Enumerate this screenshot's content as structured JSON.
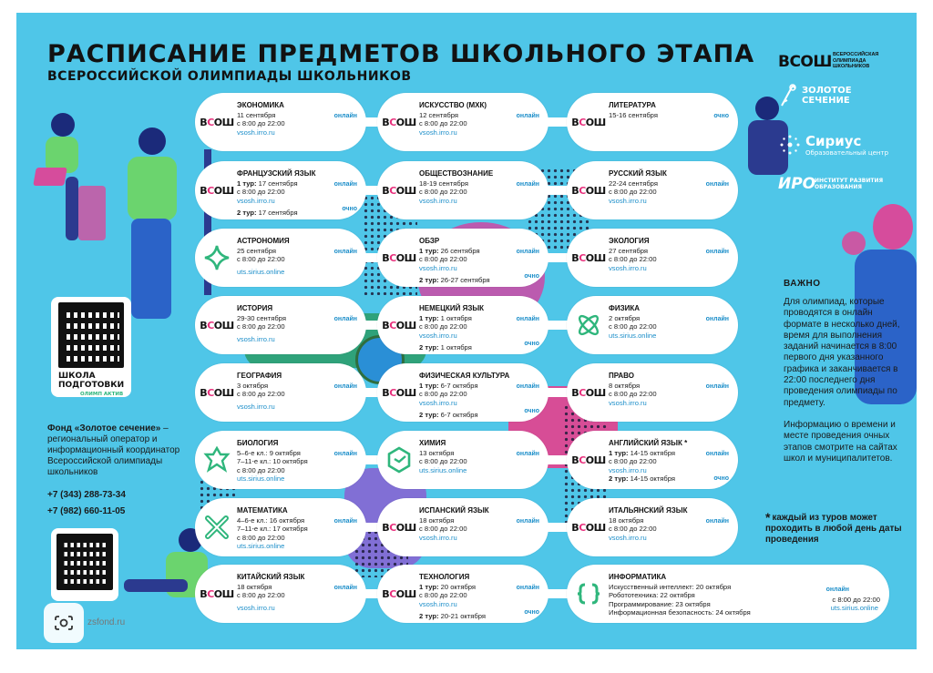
{
  "header": {
    "title": "РАСПИСАНИЕ ПРЕДМЕТОВ ШКОЛЬНОГО ЭТАПА",
    "subtitle": "ВСЕРОССИЙСКОЙ ОЛИМПИАДЫ ШКОЛЬНИКОВ"
  },
  "brand": {
    "vsosh_logo": "ВСОШ",
    "vsosh_caption": "ВСЕРОССИЙСКАЯ ОЛИМПИАДА ШКОЛЬНИКОВ",
    "zoloto": "ЗОЛОТОЕ СЕЧЕНИЕ",
    "sirius_name": "Сириус",
    "sirius_caption": "Образовательный центр",
    "iro_logo": "ИРО",
    "iro_caption": "ИНСТИТУТ РАЗВИТИЯ ОБРАЗОВАНИЯ"
  },
  "colors": {
    "background": "#4fc6e8",
    "accent_pink": "#e8317d",
    "accent_green": "#2fb67c",
    "link_blue": "#1b8ec9"
  },
  "subjects": [
    {
      "name": "ЭКОНОМИКА",
      "logo": "vsosh",
      "lines": [
        {
          "t": "11 сентября"
        },
        {
          "t": "с 8:00 до 22:00"
        },
        {
          "t": "vsosh.irro.ru",
          "c": "site"
        }
      ],
      "mode": "онлайн",
      "mode2": ""
    },
    {
      "name": "ИСКУССТВО (МХК)",
      "logo": "vsosh",
      "lines": [
        {
          "t": "12 сентября"
        },
        {
          "t": "с 8:00 до 22:00"
        },
        {
          "t": "vsosh.irro.ru",
          "c": "site"
        }
      ],
      "mode": "онлайн",
      "mode2": ""
    },
    {
      "name": "ЛИТЕРАТУРА",
      "logo": "vsosh",
      "lines": [
        {
          "t": "15-16 сентября"
        }
      ],
      "mode": "очно",
      "mode2": ""
    },
    {
      "name": "ФРАНЦУЗСКИЙ ЯЗЫК",
      "logo": "vsosh",
      "lines": [
        {
          "t": "1 тур: 17 сентября",
          "c": "b1"
        },
        {
          "t": "с 8:00 до 22:00"
        },
        {
          "t": "vsosh.irro.ru",
          "c": "site"
        },
        {
          "t": "",
          "c": "gap"
        },
        {
          "t": "2 тур: 17 сентября",
          "c": "b1"
        }
      ],
      "mode": "онлайн",
      "mode2": "очно"
    },
    {
      "name": "ОБЩЕСТВОЗНАНИЕ",
      "logo": "vsosh",
      "lines": [
        {
          "t": "18-19 сентября"
        },
        {
          "t": "с 8:00 до 22:00"
        },
        {
          "t": "vsosh.irro.ru",
          "c": "site"
        }
      ],
      "mode": "онлайн",
      "mode2": ""
    },
    {
      "name": "РУССКИЙ ЯЗЫК",
      "logo": "vsosh",
      "lines": [
        {
          "t": "22-24 сентября"
        },
        {
          "t": "с 8:00 до 22:00"
        },
        {
          "t": "vsosh.irro.ru",
          "c": "site"
        }
      ],
      "mode": "онлайн",
      "mode2": ""
    },
    {
      "name": "АСТРОНОМИЯ",
      "logo": "star",
      "lines": [
        {
          "t": "25 сентября"
        },
        {
          "t": "с 8:00 до 22:00"
        },
        {
          "t": "",
          "c": "gap"
        },
        {
          "t": "uts.sirius.online",
          "c": "site"
        }
      ],
      "mode": "онлайн",
      "mode2": ""
    },
    {
      "name": "ОБЗР",
      "logo": "vsosh",
      "lines": [
        {
          "t": "1 тур: 26 сентября",
          "c": "b1"
        },
        {
          "t": "с 8:00 до 22:00"
        },
        {
          "t": "vsosh.irro.ru",
          "c": "site"
        },
        {
          "t": "",
          "c": "gap"
        },
        {
          "t": "2 тур: 26-27 сентября",
          "c": "b1"
        }
      ],
      "mode": "онлайн",
      "mode2": "очно"
    },
    {
      "name": "ЭКОЛОГИЯ",
      "logo": "vsosh",
      "lines": [
        {
          "t": "27 сентября"
        },
        {
          "t": "с 8:00 до 22:00"
        },
        {
          "t": "vsosh.irro.ru",
          "c": "site"
        }
      ],
      "mode": "онлайн",
      "mode2": ""
    },
    {
      "name": "ИСТОРИЯ",
      "logo": "vsosh",
      "lines": [
        {
          "t": "29-30 сентября"
        },
        {
          "t": "с 8:00 до 22:00"
        },
        {
          "t": "",
          "c": "gap"
        },
        {
          "t": "vsosh.irro.ru",
          "c": "site"
        }
      ],
      "mode": "онлайн",
      "mode2": ""
    },
    {
      "name": "НЕМЕЦКИЙ ЯЗЫК",
      "logo": "vsosh",
      "lines": [
        {
          "t": "1 тур: 1 октября",
          "c": "b1"
        },
        {
          "t": "с 8:00 до 22:00"
        },
        {
          "t": "vsosh.irro.ru",
          "c": "site"
        },
        {
          "t": "",
          "c": "gap"
        },
        {
          "t": "2 тур: 1 октября",
          "c": "b1"
        }
      ],
      "mode": "онлайн",
      "mode2": "очно"
    },
    {
      "name": "ФИЗИКА",
      "logo": "atom",
      "lines": [
        {
          "t": "2 октября"
        },
        {
          "t": "с 8:00 до 22:00"
        },
        {
          "t": "uts.sirius.online",
          "c": "site"
        }
      ],
      "mode": "онлайн",
      "mode2": ""
    },
    {
      "name": "ГЕОГРАФИЯ",
      "logo": "vsosh",
      "lines": [
        {
          "t": "3 октября"
        },
        {
          "t": "с 8:00 до 22:00"
        },
        {
          "t": "",
          "c": "gap"
        },
        {
          "t": "vsosh.irro.ru",
          "c": "site"
        }
      ],
      "mode": "онлайн",
      "mode2": ""
    },
    {
      "name": "ФИЗИЧЕСКАЯ КУЛЬТУРА",
      "logo": "vsosh",
      "lines": [
        {
          "t": "1 тур: 6-7 октября",
          "c": "b1"
        },
        {
          "t": "с 8:00 до 22:00"
        },
        {
          "t": "vsosh.irro.ru",
          "c": "site"
        },
        {
          "t": "",
          "c": "gap"
        },
        {
          "t": "2 тур: 6-7 октября",
          "c": "b1"
        }
      ],
      "mode": "онлайн",
      "mode2": "очно"
    },
    {
      "name": "ПРАВО",
      "logo": "vsosh",
      "lines": [
        {
          "t": "8 октября"
        },
        {
          "t": "с 8:00 до 22:00"
        },
        {
          "t": "vsosh.irro.ru",
          "c": "site"
        }
      ],
      "mode": "онлайн",
      "mode2": ""
    },
    {
      "name": "БИОЛОГИЯ",
      "logo": "leaf",
      "lines": [
        {
          "t": "5–6-е кл.: 9 октября"
        },
        {
          "t": "7–11-е кл.: 10 октября"
        },
        {
          "t": "с 8:00 до 22:00"
        },
        {
          "t": "uts.sirius.online",
          "c": "site"
        }
      ],
      "mode": "онлайн",
      "mode2": ""
    },
    {
      "name": "ХИМИЯ",
      "logo": "hex",
      "lines": [
        {
          "t": "13 октября"
        },
        {
          "t": "с 8:00 до 22:00"
        },
        {
          "t": "uts.sirius.online",
          "c": "site"
        }
      ],
      "mode": "онлайн",
      "mode2": ""
    },
    {
      "name": "АНГЛИЙСКИЙ ЯЗЫК *",
      "logo": "vsosh",
      "lines": [
        {
          "t": "1 тур: 14-15 октября",
          "c": "b1"
        },
        {
          "t": "с 8:00 до 22:00"
        },
        {
          "t": "vsosh.irro.ru",
          "c": "site"
        },
        {
          "t": "2 тур: 14-15 октября",
          "c": "b1"
        }
      ],
      "mode": "онлайн",
      "mode2": "очно"
    },
    {
      "name": "МАТЕМАТИКА",
      "logo": "cross",
      "lines": [
        {
          "t": "4–6-е кл.: 16 октября"
        },
        {
          "t": "7–11-е кл.: 17 октября"
        },
        {
          "t": "с 8:00 до 22:00"
        },
        {
          "t": "uts.sirius.online",
          "c": "site"
        }
      ],
      "mode": "онлайн",
      "mode2": ""
    },
    {
      "name": "ИСПАНСКИЙ ЯЗЫК",
      "logo": "vsosh",
      "lines": [
        {
          "t": "18 октября"
        },
        {
          "t": "с 8:00 до 22:00"
        },
        {
          "t": "vsosh.irro.ru",
          "c": "site"
        }
      ],
      "mode": "онлайн",
      "mode2": ""
    },
    {
      "name": "ИТАЛЬЯНСКИЙ ЯЗЫК",
      "logo": "vsosh",
      "lines": [
        {
          "t": "18 октября"
        },
        {
          "t": "с 8:00 до 22:00"
        },
        {
          "t": "vsosh.irro.ru",
          "c": "site"
        }
      ],
      "mode": "онлайн",
      "mode2": ""
    },
    {
      "name": "КИТАЙСКИЙ ЯЗЫК",
      "logo": "vsosh",
      "lines": [
        {
          "t": "18 октября"
        },
        {
          "t": "с 8:00 до 22:00"
        },
        {
          "t": "",
          "c": "gap"
        },
        {
          "t": "vsosh.irro.ru",
          "c": "site"
        }
      ],
      "mode": "онлайн",
      "mode2": ""
    },
    {
      "name": "ТЕХНОЛОГИЯ",
      "logo": "vsosh",
      "lines": [
        {
          "t": "1 тур: 20 октября",
          "c": "b1"
        },
        {
          "t": "с 8:00 до 22:00"
        },
        {
          "t": "vsosh.irro.ru",
          "c": "site"
        },
        {
          "t": "",
          "c": "gap"
        },
        {
          "t": "2 тур: 20-21 октября",
          "c": "b1"
        }
      ],
      "mode": "онлайн",
      "mode2": "очно"
    }
  ],
  "informatics": {
    "name": "ИНФОРМАТИКА",
    "lines": [
      "Искусственный интеллект: 20 октября",
      "Робототехника: 22 октября",
      "Программирование: 23 октября",
      "Информационная безопасность: 24 октября"
    ],
    "mode": "онлайн",
    "time": "с 8:00 до 22:00",
    "site": "uts.sirius.online"
  },
  "important": {
    "heading": "ВАЖНО",
    "p1": "Для олимпиад, которые проводятся в онлайн формате в несколько дней, время для выполнения заданий начинается в 8:00 первого дня указанного графика и заканчивается в 22:00 последнего дня проведения олимпиады по предмету.",
    "p2": "Информацию о времени и месте проведения очных этапов смотрите на сайтах школ и муниципалитетов.",
    "note_star": "*",
    "note": "каждый из туров может проходить в любой день даты проведения"
  },
  "fund": {
    "name": "Фонд «Золотое сечение»",
    "desc": " – региональный оператор и информационный координатор Всероссийской олимпиады школьников",
    "phone1": "+7 (343) 288-73-34",
    "phone2": "+7 (982) 660-11-05"
  },
  "school": {
    "line1": "ШКОЛА",
    "line2": "ПОДГОТОВКИ",
    "line3": "ОЛИМП АКТИВ"
  },
  "footer": {
    "site": "zsfond.ru"
  }
}
